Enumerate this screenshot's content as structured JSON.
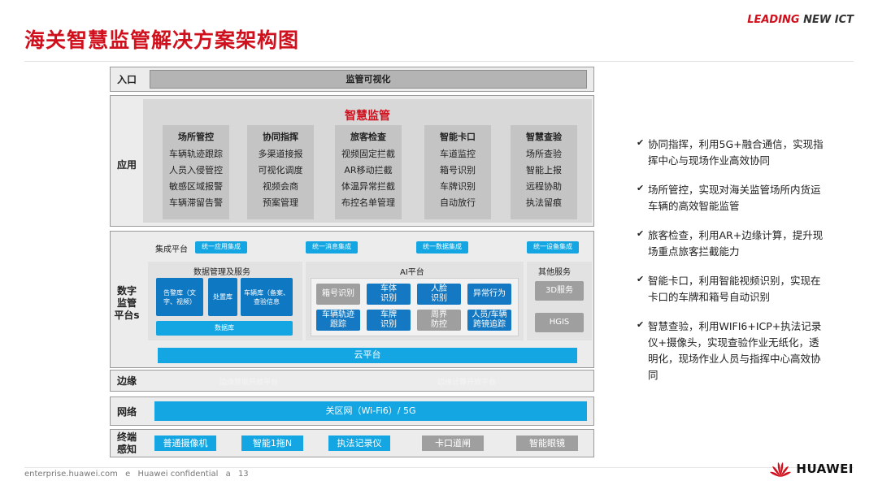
{
  "slide": {
    "title": "海关智慧监管解决方案架构图",
    "brand_leading": "LEADING",
    "brand_new": "NEW ICT"
  },
  "entry": {
    "label": "入口",
    "bar": "监管可视化"
  },
  "application": {
    "label": "应用",
    "title": "智慧监管",
    "columns": [
      {
        "head": "场所管控",
        "items": [
          "车辆轨迹跟踪",
          "人员入侵管控",
          "敏感区域报警",
          "车辆滞留告警"
        ]
      },
      {
        "head": "协同指挥",
        "items": [
          "多渠道接报",
          "可视化调度",
          "视频会商",
          "预案管理"
        ]
      },
      {
        "head": "旅客检查",
        "items": [
          "视频固定拦截",
          "AR移动拦截",
          "体温异常拦截",
          "布控名单管理"
        ]
      },
      {
        "head": "智能卡口",
        "items": [
          "车道监控",
          "箱号识别",
          "车牌识别",
          "自动放行"
        ]
      },
      {
        "head": "智慧查验",
        "items": [
          "场所查验",
          "智能上报",
          "远程协助",
          "执法留痕"
        ]
      }
    ]
  },
  "digital": {
    "label": "数字\n监管\n平台s",
    "integration_label": "集成平台",
    "integration_chips": [
      "统一应用集成",
      "统一消息集成",
      "统一数据集成",
      "统一设备集成"
    ],
    "data_mgmt": {
      "head": "数据管理及服务",
      "boxes": [
        "告警库（文字、视频）",
        "处置库",
        "车辆库（备案、查验信息"
      ],
      "db": "数据库"
    },
    "ai": {
      "head": "AI平台",
      "row1": [
        {
          "text": "箱号识别",
          "style": "grey"
        },
        {
          "text": "车体\n识别",
          "style": "blue"
        },
        {
          "text": "人脸\n识别",
          "style": "blue"
        },
        {
          "text": "异常行为",
          "style": "blue"
        }
      ],
      "row2": [
        {
          "text": "车辆轨迹\n跟踪",
          "style": "blue"
        },
        {
          "text": "车牌\n识别",
          "style": "blue"
        },
        {
          "text": "周界\n防控",
          "style": "grey"
        },
        {
          "text": "人员/车辆\n跨镜追踪",
          "style": "blue"
        }
      ]
    },
    "other": {
      "head": "其他服务",
      "items": [
        "3D服务",
        "HGIS"
      ]
    },
    "cloud": "云平台"
  },
  "edge": {
    "label": "边缘",
    "faint_left": "边缘智能开放平台",
    "faint_right": "边缘计算开放平台"
  },
  "network": {
    "label": "网络",
    "bar": "关区网（Wi-Fi6）/ 5G"
  },
  "terminal": {
    "label": "终端\n感知",
    "items": [
      {
        "text": "普通摄像机",
        "color": "#14a5e3"
      },
      {
        "text": "智能1拖N",
        "color": "#14a5e3"
      },
      {
        "text": "执法记录仪",
        "color": "#14a5e3"
      },
      {
        "text": "卡口道闸",
        "color": "#9f9f9f"
      },
      {
        "text": "智能眼镜",
        "color": "#9f9f9f"
      }
    ]
  },
  "bullets": [
    "协同指挥，利用5G+融合通信，实现指挥中心与现场作业高效协同",
    "场所管控，实现对海关监管场所内货运车辆的高效智能监管",
    "旅客检查，利用AR+边缘计算，提升现场重点旅客拦截能力",
    "智能卡口，利用智能视频识别，实现在卡口的车牌和箱号自动识别",
    "智慧查验，利用WIFI6+ICP+执法记录仪+摄像头，实现查验作业无纸化，透明化，现场作业人员与指挥中心高效协同"
  ],
  "bullet_mark": "✔",
  "footer": {
    "site": "enterprise.huawei.com",
    "sep1": "e",
    "conf": "Huawei confidential",
    "sep2": "a",
    "page": "13"
  },
  "logo": {
    "word": "HUAWEI",
    "color": "#d0101c"
  }
}
